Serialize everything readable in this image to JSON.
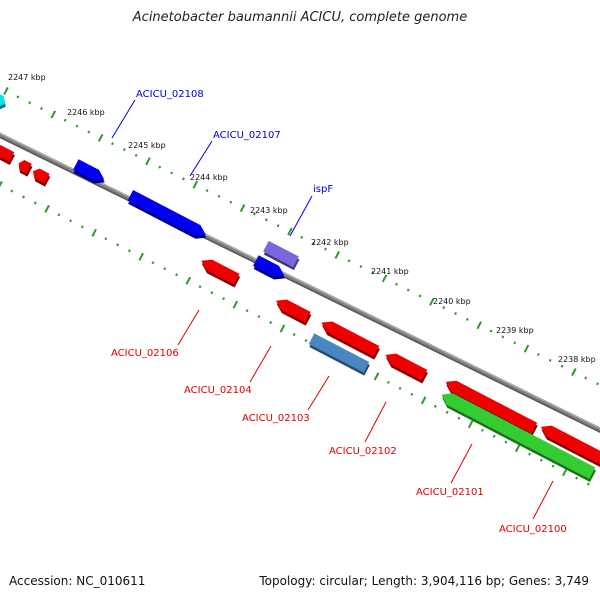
{
  "title": "Acinetobacter baumannii ACICU, complete genome",
  "footer": {
    "accession": "Accession: NC_010611",
    "summary": "Topology: circular; Length: 3,904,116 bp; Genes: 3,749"
  },
  "scale_labels": [
    "2247 kbp",
    "2246 kbp",
    "2245 kbp",
    "2244 kbp",
    "2243 kbp",
    "2242 kbp",
    "2241 kbp",
    "2240 kbp",
    "2239 kbp",
    "2238 kbp"
  ],
  "genes": [
    {
      "id": "ACICU_02108",
      "label": "ACICU_02108",
      "strand": "forward",
      "color": "#0000ee"
    },
    {
      "id": "ACICU_02107",
      "label": "ACICU_02107",
      "strand": "forward",
      "color": "#0000ee"
    },
    {
      "id": "ispF",
      "label": "ispF",
      "strand": "forward",
      "color": "#7a66dd"
    },
    {
      "id": "ACICU_02106",
      "label": "ACICU_02106",
      "strand": "reverse",
      "color": "#ee0000"
    },
    {
      "id": "ACICU_02104",
      "label": "ACICU_02104",
      "strand": "reverse",
      "color": "#ee0000"
    },
    {
      "id": "ACICU_02103",
      "label": "ACICU_02103",
      "strand": "reverse",
      "color": "#4a86c0"
    },
    {
      "id": "ACICU_02102",
      "label": "ACICU_02102",
      "strand": "reverse",
      "color": "#ee0000"
    },
    {
      "id": "ACICU_02101",
      "label": "ACICU_02101",
      "strand": "reverse",
      "color": "#ee0000"
    },
    {
      "id": "ACICU_02100",
      "label": "ACICU_02100",
      "strand": "reverse",
      "color": "#33cc33"
    }
  ],
  "colors": {
    "backbone": "#808080",
    "ticks": "#2a9a2a",
    "forward_gene": "#0000ee",
    "reverse_gene": "#ee0000",
    "ispF": "#7a66dd",
    "rna_gene": "#4a86c0",
    "green_gene": "#33cc33",
    "cyan_gene": "#00e5e5",
    "forward_label": "#0000cc",
    "reverse_label": "#dd0000"
  }
}
